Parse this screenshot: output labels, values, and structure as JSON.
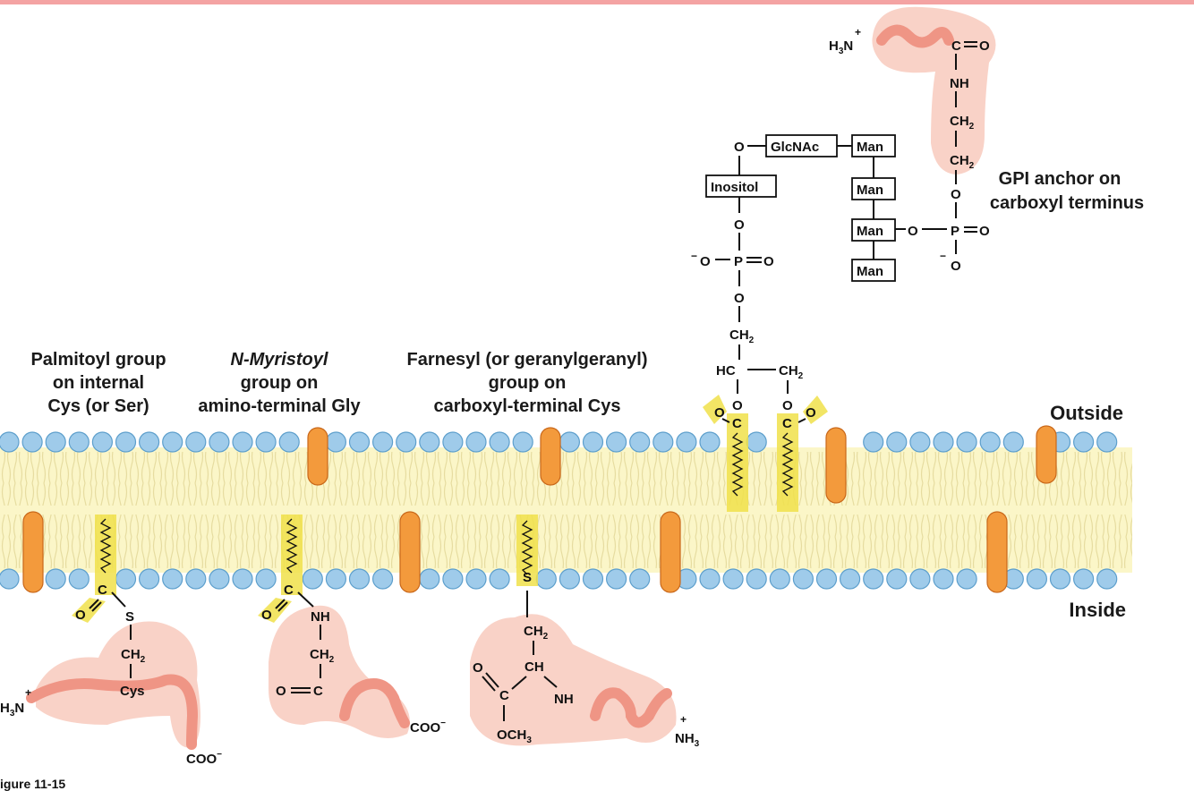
{
  "labels": {
    "palmitoyl": [
      "Palmitoyl group",
      "on internal",
      "Cys (or Ser)"
    ],
    "myristoyl": [
      "N-Myristoyl",
      "group on",
      "amino-terminal Gly"
    ],
    "farnesyl": [
      "Farnesyl (or geranylgeranyl)",
      "group on",
      "carboxyl-terminal Cys"
    ],
    "gpi": [
      "GPI anchor on",
      "carboxyl terminus"
    ],
    "outside": "Outside",
    "inside": "Inside",
    "caption": "igure 11-15"
  },
  "gpi_boxes": {
    "glcnac": "GlcNAc",
    "inositol": "Inositol",
    "man1": "Man",
    "man2": "Man",
    "man3": "Man",
    "man4": "Man"
  },
  "colors": {
    "top_bar": "#f4a3a3",
    "lipid_head": "#9fcbea",
    "membrane_core": "#fbf6c8",
    "protein": "#f39a3c",
    "highlight": "#f0e04a",
    "protein_blob": "#f8cabd"
  }
}
